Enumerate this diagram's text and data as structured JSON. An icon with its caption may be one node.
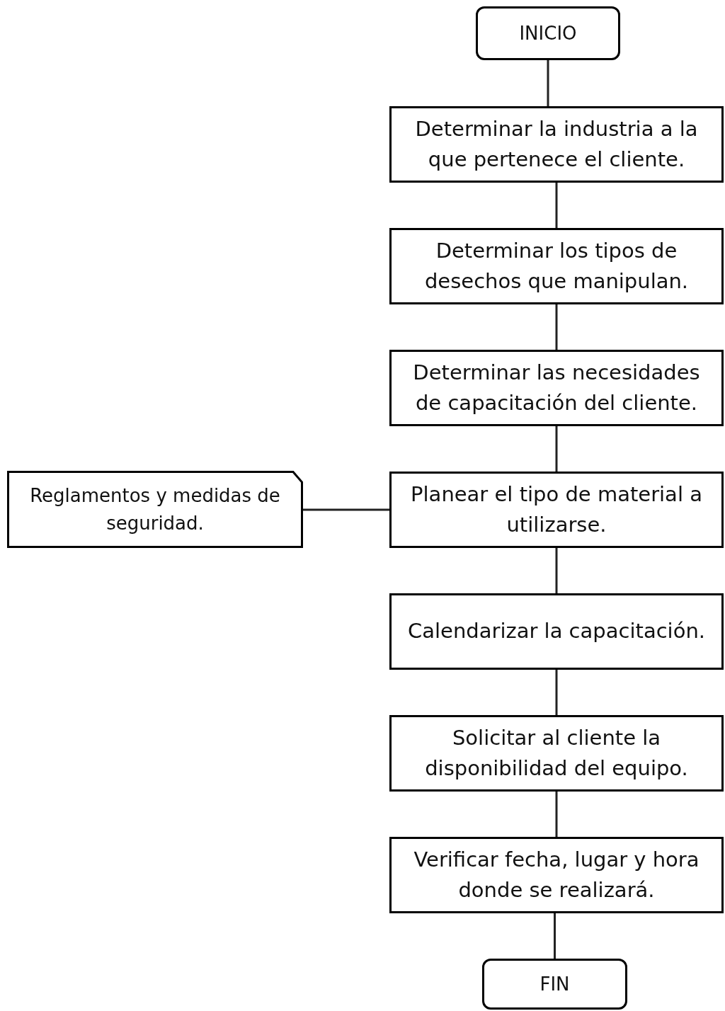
{
  "diagram": {
    "nodes": [
      {
        "text": [
          "INICIO"
        ]
      },
      {
        "text": [
          "Determinar la industria a la que pertenece el cliente."
        ]
      },
      {
        "text": [
          "Determinar los tipos de desechos que manipulan."
        ]
      },
      {
        "text": [
          "Determinar las necesidades de capacitación del cliente."
        ]
      },
      {
        "text": [
          "Planear el tipo de material a utilizarse."
        ]
      },
      {
        "text": [
          "Calendarizar la capacitación."
        ]
      },
      {
        "text": [
          "Solicitar al cliente la disponibilidad del equipo."
        ]
      },
      {
        "text": [
          "Verificar fecha, lugar y hora donde se realizará."
        ]
      },
      {
        "text": [
          "FIN"
        ]
      },
      {
        "text": [
          "Reglamentos y medidas de seguridad."
        ]
      }
    ],
    "edges": [
      {
        "from": 0,
        "to": 1,
        "arrow": "none"
      },
      {
        "from": 1,
        "to": 2,
        "arrow": "none"
      },
      {
        "from": 2,
        "to": 3,
        "arrow": "none"
      },
      {
        "from": 3,
        "to": 4,
        "arrow": "none"
      },
      {
        "from": 4,
        "to": 5,
        "arrow": "none"
      },
      {
        "from": 5,
        "to": 6,
        "arrow": "none"
      },
      {
        "from": 6,
        "to": 7,
        "arrow": "none"
      },
      {
        "from": 7,
        "to": 8,
        "arrow": "none"
      },
      {
        "from": 9,
        "to": 4,
        "arrow": "none"
      }
    ]
  }
}
